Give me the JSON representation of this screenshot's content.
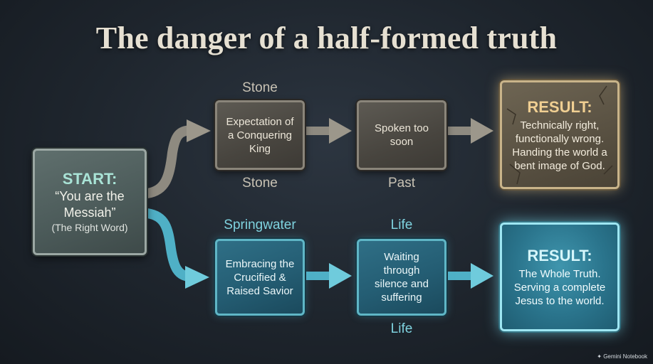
{
  "title": "The danger of a half-formed truth",
  "start": {
    "heading": "START:",
    "quote_line1": "“You are the",
    "quote_line2": "Messiah”",
    "subtitle": "(The Right Word)"
  },
  "stone_path": {
    "label_top_1": "Stone",
    "label_bottom_1": "Stone",
    "label_bottom_2": "Past",
    "step1": [
      "Expectation of",
      "a Conquering",
      "King"
    ],
    "step2": [
      "Spoken too",
      "soon"
    ],
    "result_heading": "RESULT:",
    "result_lines": [
      "Technically right,",
      "functionally wrong.",
      "Handing the world a",
      "bent image of God."
    ]
  },
  "water_path": {
    "label_top_1": "Springwater",
    "label_top_2": "Life",
    "label_bottom_2": "Life",
    "step1": [
      "Embracing the",
      "Crucified &",
      "Raised Savior"
    ],
    "step2": [
      "Waiting",
      "through",
      "silence and",
      "suffering"
    ],
    "result_heading": "RESULT:",
    "result_lines": [
      "The Whole Truth.",
      "Serving a complete",
      "Jesus to the world."
    ]
  },
  "footer": "Gemini Notebook"
}
